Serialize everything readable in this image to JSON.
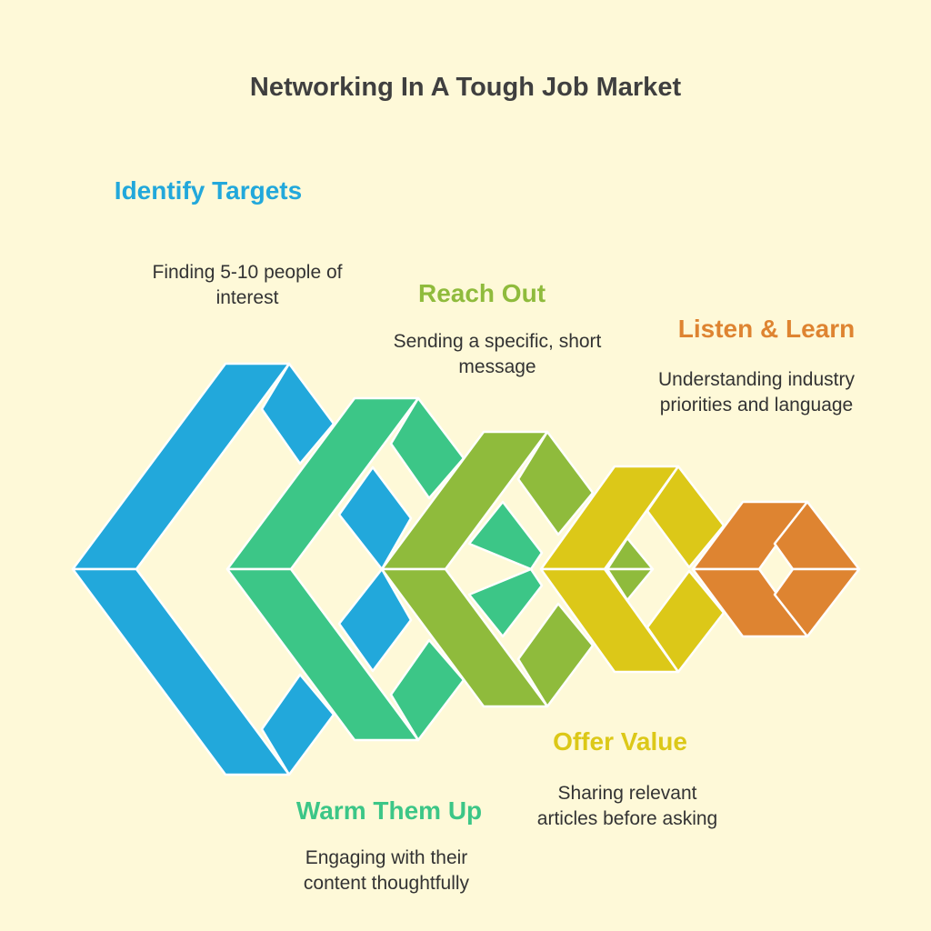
{
  "title": "Networking In A Tough Job Market",
  "steps": [
    {
      "title": "Identify Targets",
      "description": "Finding 5-10 people of interest",
      "color": "#22a8db"
    },
    {
      "title": "Warm Them Up",
      "description": "Engaging with their content thoughtfully",
      "color": "#3cc687"
    },
    {
      "title": "Reach Out",
      "description": "Sending a specific, short message",
      "color": "#8fbb3c"
    },
    {
      "title": "Offer Value",
      "description": "Sharing relevant articles before asking",
      "color": "#dcc818"
    },
    {
      "title": "Listen & Learn",
      "description": "Understanding industry priorities and language",
      "color": "#de8431"
    }
  ]
}
